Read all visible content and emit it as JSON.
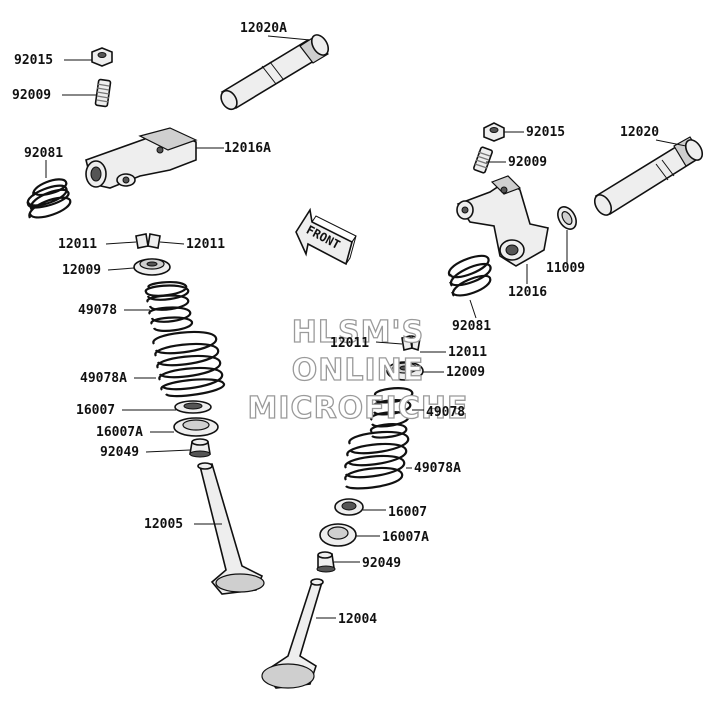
{
  "labels": {
    "l_92015a": "92015",
    "l_92009a": "92009",
    "l_12020A": "12020A",
    "l_92081a": "92081",
    "l_12016A": "12016A",
    "l_12011a1": "12011",
    "l_12011a2": "12011",
    "l_12009a": "12009",
    "l_49078a": "49078",
    "l_49078Aa": "49078A",
    "l_16007a": "16007",
    "l_16007Aa": "16007A",
    "l_92049a": "92049",
    "l_12005": "12005",
    "l_92015b": "92015",
    "l_92009b": "92009",
    "l_12020": "12020",
    "l_11009": "11009",
    "l_12016": "12016",
    "l_92081b": "92081",
    "l_12011b1": "12011",
    "l_12011b2": "12011",
    "l_12009b": "12009",
    "l_49078b": "49078",
    "l_49078Ab": "49078A",
    "l_16007b": "16007",
    "l_16007Ab": "16007A",
    "l_92049b": "92049",
    "l_12004": "12004"
  },
  "front_label": "FRONT",
  "watermark": {
    "line1": "HLSM'S",
    "line2": "ONLINE",
    "line3": "MICROFICHE"
  }
}
